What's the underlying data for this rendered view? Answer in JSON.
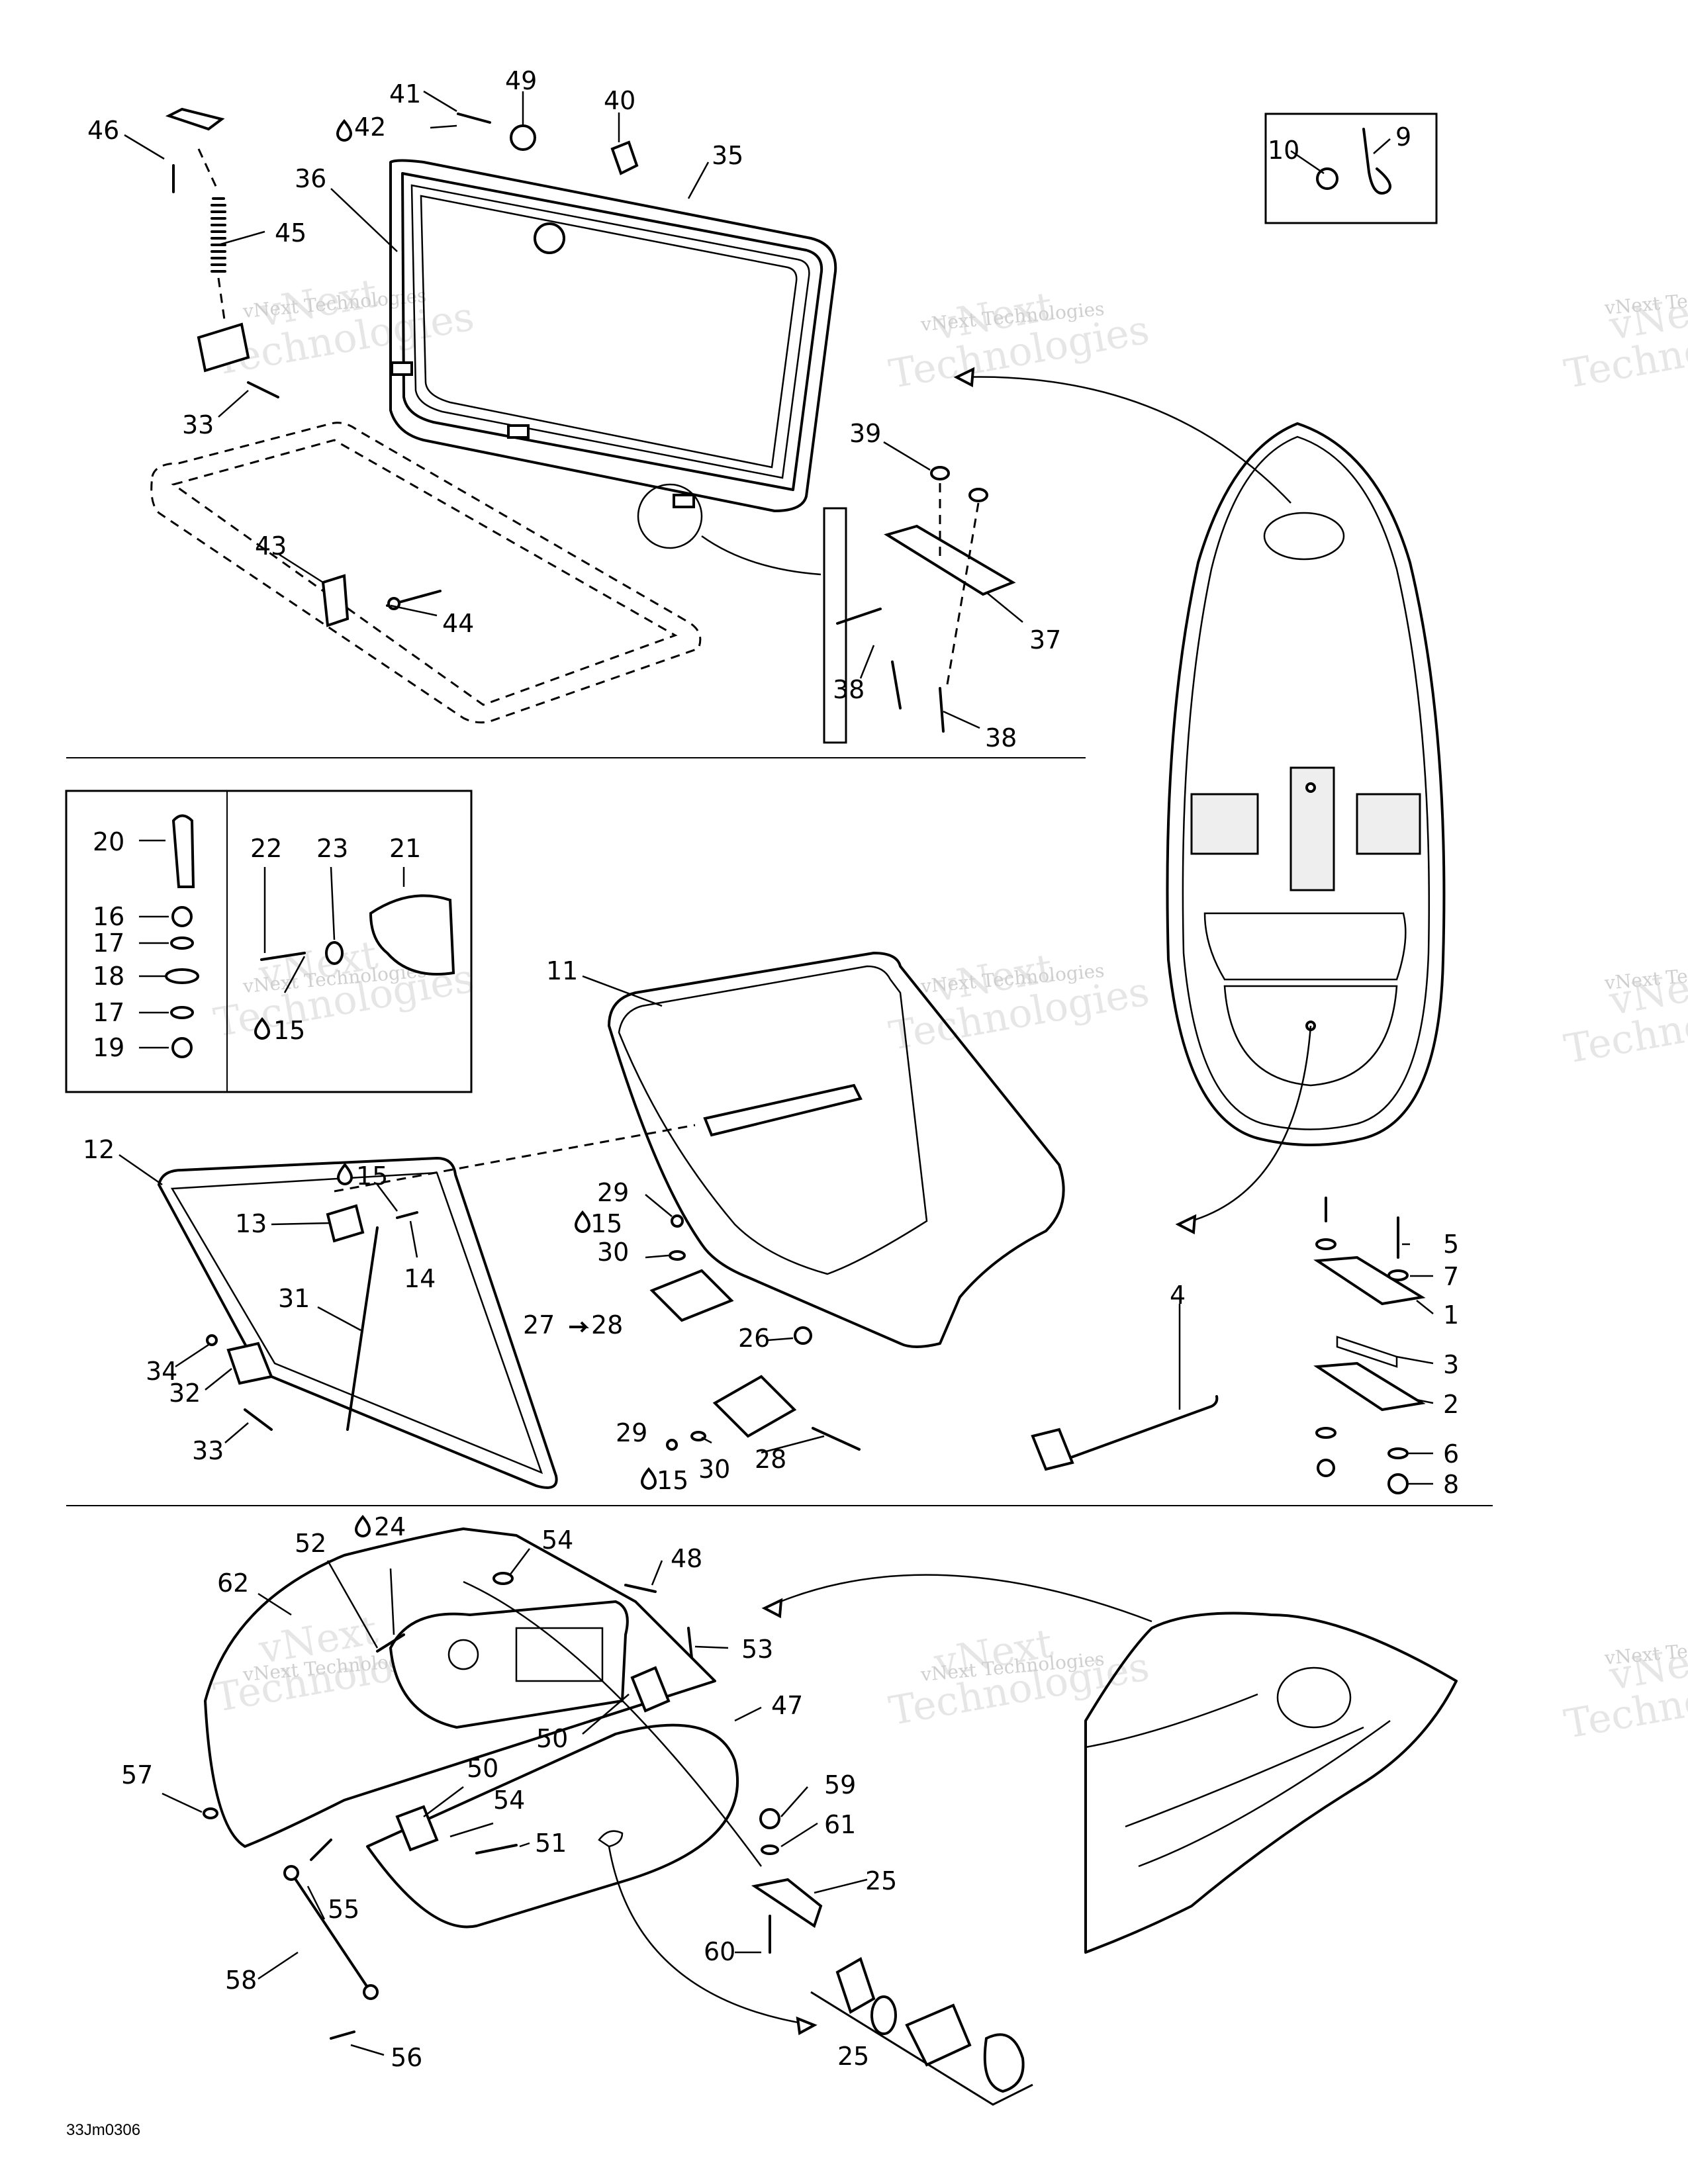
{
  "labels": {
    "l46": "46",
    "l41": "41",
    "l42": "42",
    "l49": "49",
    "l40": "40",
    "l35": "35",
    "l36": "36",
    "l45": "45",
    "l33a": "33",
    "l43": "43",
    "l44": "44",
    "l39": "39",
    "l37": "37",
    "l38a": "38",
    "l38b": "38",
    "l10": "10",
    "l9": "9",
    "l20": "20",
    "l16": "16",
    "l17a": "17",
    "l18": "18",
    "l17b": "17",
    "l19": "19",
    "l22": "22",
    "l23": "23",
    "l21": "21",
    "l15a": "15",
    "l11": "11",
    "l12": "12",
    "l13": "13",
    "l15b": "15",
    "l14": "14",
    "l31": "31",
    "l34": "34",
    "l32": "32",
    "l33b": "33",
    "l29a": "29",
    "l15c": "15",
    "l30a": "30",
    "l27": "27",
    "l28a": "28",
    "l26": "26",
    "l29b": "29",
    "l15d": "15",
    "l30b": "30",
    "l28b": "28",
    "l4": "4",
    "l5": "5",
    "l7": "7",
    "l1": "1",
    "l3": "3",
    "l2": "2",
    "l6": "6",
    "l8": "8",
    "l52": "52",
    "l24": "24",
    "l54a": "54",
    "l48": "48",
    "l62": "62",
    "l53": "53",
    "l47": "47",
    "l50a": "50",
    "l57": "57",
    "l50b": "50",
    "l54b": "54",
    "l51": "51",
    "l59": "59",
    "l61": "61",
    "l25a": "25",
    "l60": "60",
    "l55": "55",
    "l58": "58",
    "l56": "56",
    "l25b": "25"
  },
  "watermark": {
    "line1": "vNext Technologies",
    "big1": "vNext",
    "big2": "Technologies"
  },
  "drawing_code": "33Jm0306"
}
